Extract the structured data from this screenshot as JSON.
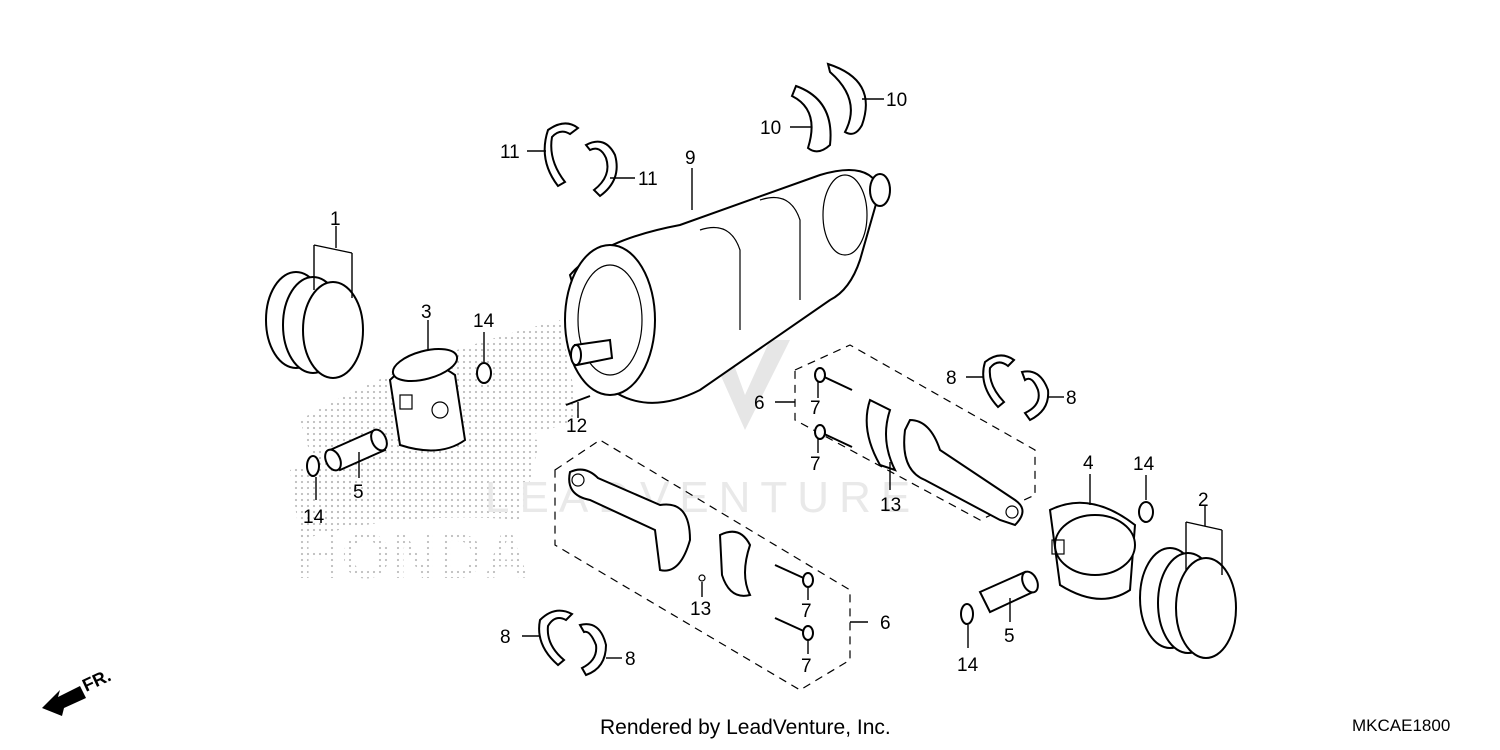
{
  "callouts": {
    "c1": "1",
    "c2": "2",
    "c3": "3",
    "c4": "4",
    "c5a": "5",
    "c5b": "5",
    "c6a": "6",
    "c6b": "6",
    "c7a": "7",
    "c7b": "7",
    "c7c": "7",
    "c7d": "7",
    "c8a": "8",
    "c8b": "8",
    "c8c": "8",
    "c8d": "8",
    "c9": "9",
    "c10a": "10",
    "c10b": "10",
    "c11a": "11",
    "c11b": "11",
    "c12": "12",
    "c13a": "13",
    "c13b": "13",
    "c14a": "14",
    "c14b": "14",
    "c14c": "14",
    "c14d": "14"
  },
  "direction_label": "FR.",
  "footer": {
    "credit": "Rendered by LeadVenture, Inc.",
    "code": "MKCAE1800"
  },
  "watermark": {
    "brand": "HONDA",
    "dealer": "LEADVENTURE"
  },
  "colors": {
    "ink": "#000000",
    "watermark": "#c8c8c8"
  }
}
